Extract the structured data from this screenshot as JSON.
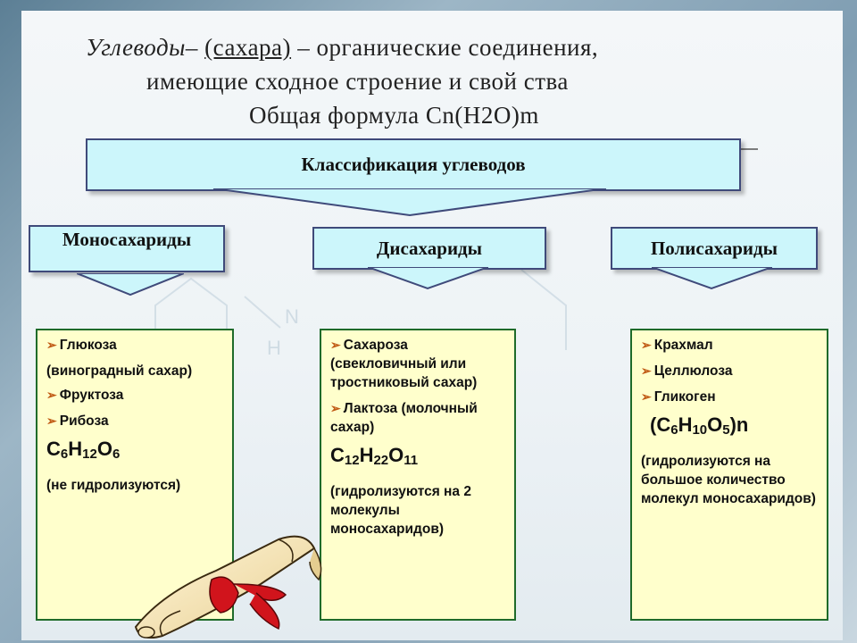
{
  "title": {
    "term": "Углеводы",
    "dash1": "–",
    "synonym": "(сахара)",
    "rest1": " – органические соединения,",
    "line2": "имеющие сходное строение и свой ства",
    "line3": "Общая формула Cn(H2O)m"
  },
  "classification": {
    "label": "Классификация углеводов"
  },
  "columns": [
    {
      "heading": "Моносахариды",
      "items": [
        "Глюкоза",
        "(виноградный сахар)",
        "Фруктоза",
        "Рибоза"
      ],
      "formula": [
        "C",
        "6",
        "H",
        "12",
        "O",
        "6"
      ],
      "note": "(не гидролизуются)"
    },
    {
      "heading": "Дисахариды",
      "items": [
        "Сахароза (свекловичный или тростниковый сахар)",
        "Лактоза (молочный сахар)"
      ],
      "formula": [
        "C",
        "12",
        "H",
        "22",
        "O",
        "11"
      ],
      "note": "(гидролизуются на 2 молекулы моносахаридов)"
    },
    {
      "heading": "Полисахариды",
      "items": [
        "Крахмал",
        "Целлюлоза",
        "Гликоген"
      ],
      "formula": [
        "(C",
        "6",
        "H",
        "10",
        "O",
        "5",
        ")n"
      ],
      "note": "(гидролизуются на большое количество молекул моносахаридов)"
    }
  ],
  "colors": {
    "box_fill": "#ccf6fb",
    "card_fill": "#ffffcc",
    "card_border": "#1f6b2a",
    "bullet": "#c05a14"
  },
  "icons": [
    "scroll-icon",
    "chevron-bullet-icon"
  ]
}
